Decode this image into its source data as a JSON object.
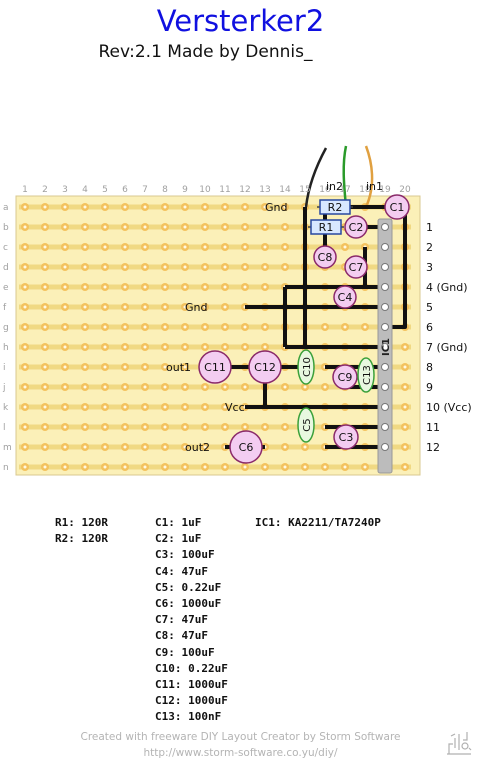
{
  "title": "Versterker2",
  "subtitle": "Rev:2.1 Made by Dennis_",
  "board": {
    "columns": [
      "1",
      "2",
      "3",
      "4",
      "5",
      "6",
      "7",
      "8",
      "9",
      "10",
      "11",
      "12",
      "13",
      "14",
      "15",
      "16",
      "17",
      "18",
      "19",
      "20"
    ],
    "rows": [
      "a",
      "b",
      "c",
      "d",
      "e",
      "f",
      "g",
      "h",
      "i",
      "j",
      "k",
      "l",
      "m",
      "n"
    ],
    "colors": {
      "board": "#fbf0b8",
      "strip": "#e8c858",
      "pad": "#f3c25f",
      "pad_hole": "#fff8e0",
      "wire": "#111111",
      "cap": "#f3cdf1",
      "resistor": "#d8e8ff",
      "ic": "#bcbcbc",
      "label_blue": "#2020c0"
    }
  },
  "labels": {
    "gnd_top": "Gnd",
    "gnd_mid": "Gnd",
    "in2": "in2",
    "in1": "in1",
    "out1": "out1",
    "vcc": "Vcc",
    "out2": "out2"
  },
  "pin_labels": [
    "1",
    "2",
    "3",
    "4 (Gnd)",
    "5",
    "6",
    "7 (Gnd)",
    "8",
    "9",
    "10 (Vcc)",
    "11",
    "12"
  ],
  "components": {
    "R1": "R1",
    "R2": "R2",
    "IC1": "IC1",
    "C1": "C1",
    "C2": "C2",
    "C3": "C3",
    "C4": "C4",
    "C5": "C5",
    "C6": "C6",
    "C7": "C7",
    "C8": "C8",
    "C9": "C9",
    "C10": "C10",
    "C11": "C11",
    "C12": "C12",
    "C13": "C13"
  },
  "parts_list": {
    "resistors": [
      "R1: 120R",
      "R2: 120R"
    ],
    "capacitors": [
      "C1: 1uF",
      "C2: 1uF",
      "C3: 100uF",
      "C4: 47uF",
      "C5: 0.22uF",
      "C6: 1000uF",
      "C7: 47uF",
      "C8: 47uF",
      "C9: 100uF",
      "C10: 0.22uF",
      "C11: 1000uF",
      "C12: 1000uF",
      "C13: 100nF"
    ],
    "ics": [
      "IC1: KA2211/TA7240P"
    ]
  },
  "footer": {
    "line1": "Created with freeware DIY Layout Creator by Storm Software",
    "line2": "http://www.storm-software.co.yu/diy/"
  },
  "logo_icon": "diy-logo-icon"
}
